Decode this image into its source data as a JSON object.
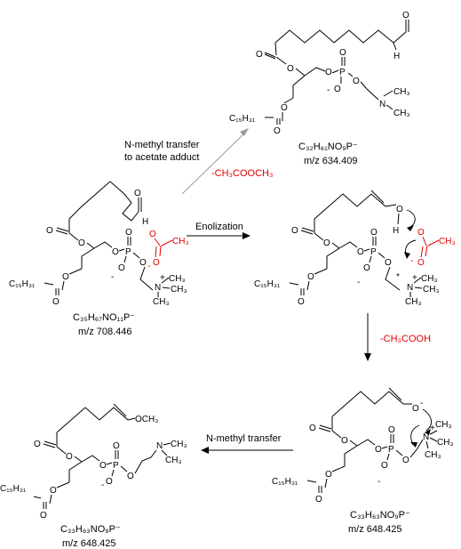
{
  "arrows": {
    "n_methyl_acetate_line1": "N-methyl transfer",
    "n_methyl_acetate_line2": "to acetate adduct",
    "loss_methyl_acetate": "-CH₃COOCH₃",
    "enolization": "Enolization",
    "loss_acetic_acid": "-CH₃COOH",
    "n_methyl_transfer": "N-methyl transfer"
  },
  "compounds": {
    "aldehyde_product": {
      "formula": "C₃₂H₆₁NO₉P⁻",
      "mz": "m/z 634.409"
    },
    "acetate_adduct": {
      "formula": "C₃₅H₆₇NO₁₁P⁻",
      "mz": "m/z 708.446"
    },
    "enolate_intermediate": {
      "formula": "C₃₃H₆₃NO₉P⁻",
      "mz": "m/z  648.425"
    },
    "methyl_enol_ether": {
      "formula": "C₃₃H₆₃NO₉P⁻",
      "mz": "m/z 648.425"
    }
  },
  "atoms": {
    "acyl": "C₁₅H₃₁",
    "O": "O",
    "P": "P",
    "N": "N",
    "H": "H",
    "CH3": "CH₃",
    "OCH3": "OCH₃",
    "minus": "-",
    "plus": "+",
    "star": "*"
  },
  "colors": {
    "highlight": "#e00000",
    "pathway_arrow": "#9a9a9a"
  }
}
